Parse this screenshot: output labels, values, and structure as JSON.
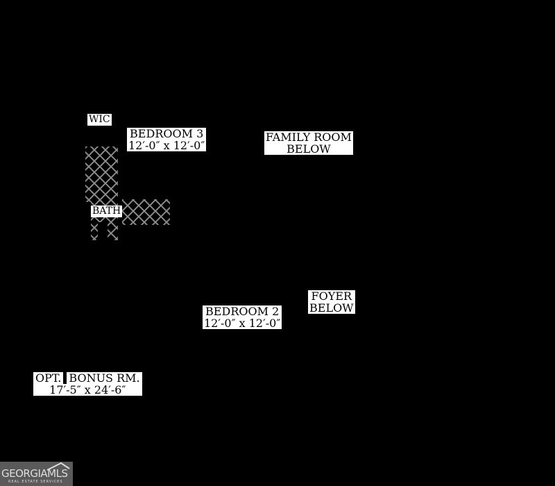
{
  "rooms": {
    "wic": {
      "name": "WIC"
    },
    "bedroom3": {
      "name": "BEDROOM 3",
      "size": "12′-0″ x 12′-0″"
    },
    "family_room": {
      "name": "FAMILY ROOM",
      "note": "BELOW"
    },
    "bath": {
      "name": "BATH"
    },
    "foyer": {
      "name": "FOYER",
      "note": "BELOW"
    },
    "bedroom2": {
      "name": "BEDROOM 2",
      "size": "12′-0″ x 12′-0″"
    },
    "bonus": {
      "name": "OPT.",
      "name2": "BONUS RM.",
      "size": "17′-5″ x 24′-6″"
    }
  },
  "watermark": {
    "brand": "GEORGIAMLS",
    "tagline": "REAL ESTATE SERVICES"
  },
  "colors": {
    "background": "#000000",
    "label_bg": "#ffffff",
    "hatch": "#8a8a8a"
  }
}
